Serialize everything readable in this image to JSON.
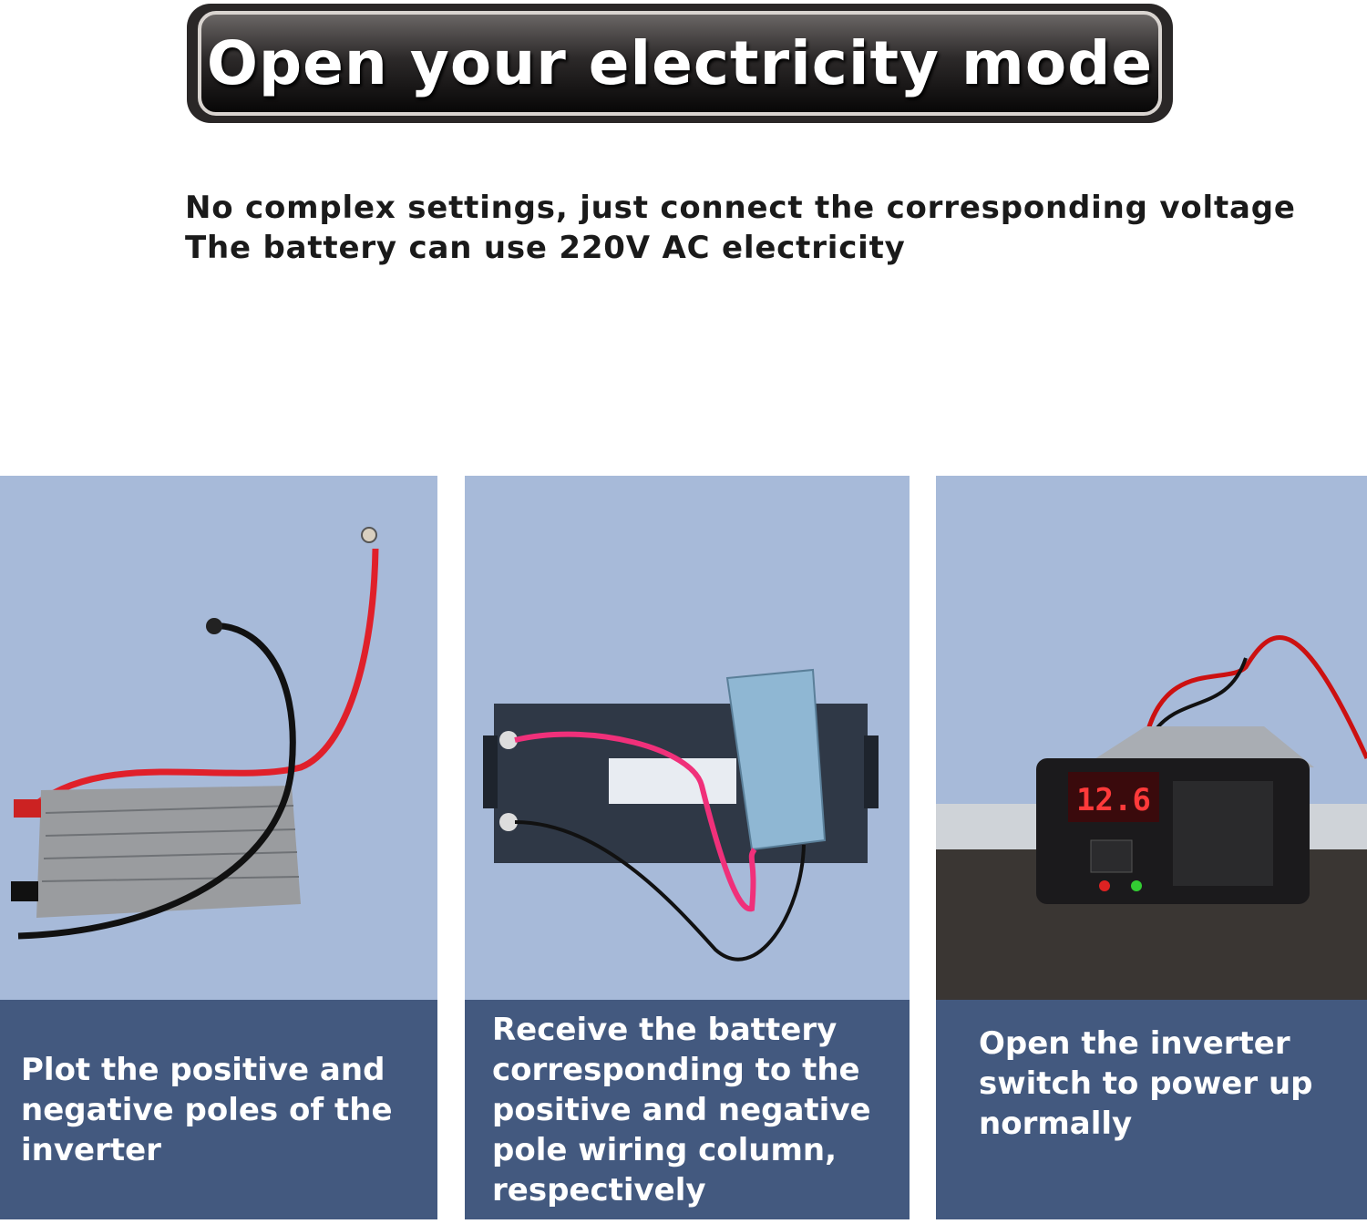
{
  "banner": {
    "title": "Open your electricity mode"
  },
  "subtitle": {
    "line1": "No complex settings, just connect the corresponding voltage",
    "line2": "The battery can use 220V AC electricity"
  },
  "panels": [
    {
      "caption": "Plot the positive and negative poles of the inverter"
    },
    {
      "caption": "Receive the battery corresponding to the positive and negative pole wiring column, respectively"
    },
    {
      "caption": "Open the inverter switch to power up normally",
      "display_reading": "12.6"
    }
  ],
  "colors": {
    "photo_bg": "#a7bad9",
    "caption_bg": "#43597f"
  }
}
